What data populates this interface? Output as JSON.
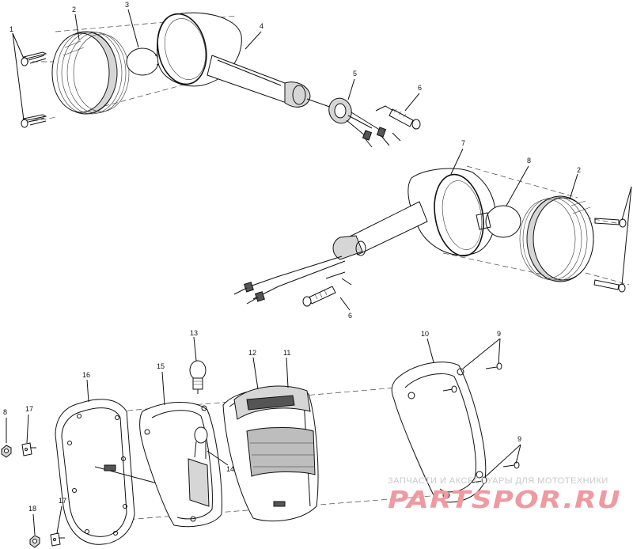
{
  "callouts": {
    "c1": "1",
    "c2": "2",
    "c3": "3",
    "c4": "4",
    "c5": "5",
    "c6": "6",
    "c7": "7",
    "c8": "8",
    "c2b": "2",
    "c6b": "6",
    "c13": "13",
    "c15": "15",
    "c16": "16",
    "c12": "12",
    "c11": "11",
    "c10": "10",
    "c9": "9",
    "c9b": "9",
    "c8b": "8",
    "c17": "17",
    "c14": "14",
    "c18": "18",
    "c17b": "17"
  },
  "watermark": {
    "tagline": "ЗАПЧАСТИ И АКСЕССУАРЫ ДЛЯ МОТОТЕХНИКИ",
    "brand": "PARTSPOR.RU"
  },
  "colors": {
    "line": "#111111",
    "shade": "#d6d6d6",
    "watermark": "#ef9aa0"
  }
}
